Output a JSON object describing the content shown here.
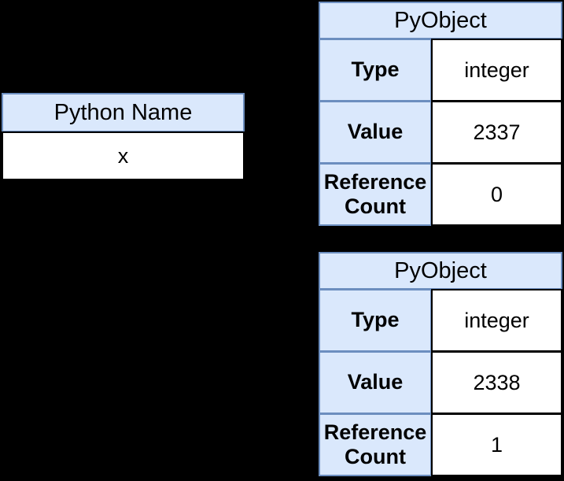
{
  "colors": {
    "background": "#000000",
    "cell_blue_fill": "#dae8fc",
    "cell_blue_border": "#6c8ebf",
    "cell_white_fill": "#ffffff",
    "cell_black_border": "#000000",
    "text": "#000000"
  },
  "python_name_table": {
    "header": "Python Name",
    "rows": [
      "x"
    ]
  },
  "pyobject_tables": [
    {
      "title": "PyObject",
      "rows": [
        {
          "label": "Type",
          "value": "integer"
        },
        {
          "label": "Value",
          "value": "2337"
        },
        {
          "label": "Reference Count",
          "value": "0"
        }
      ]
    },
    {
      "title": "PyObject",
      "rows": [
        {
          "label": "Type",
          "value": "integer"
        },
        {
          "label": "Value",
          "value": "2338"
        },
        {
          "label": "Reference Count",
          "value": "1"
        }
      ]
    }
  ]
}
